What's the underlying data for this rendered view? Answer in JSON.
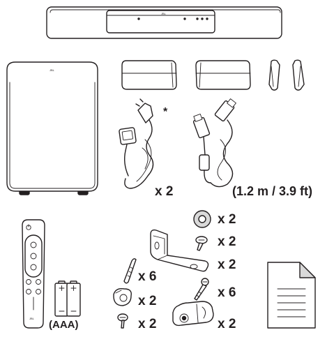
{
  "figure": {
    "asterisk": "*",
    "labels": {
      "power_cable_qty": "x 2",
      "hdmi_cable_length": "(1.2 m / 3.9 ft)",
      "batteries_type": "(AAA)",
      "screw_anchor_qty": "x 6",
      "cap_qty": "x 2",
      "small_screw_qty": "x 2",
      "round_pad_qty": "x 2",
      "bracket_screw_qty": "x 2",
      "wall_bracket_qty": "x 2",
      "wall_screw_qty": "x 6",
      "clamp_qty": "x 2"
    },
    "logos": {
      "soundbar": "JBL",
      "subwoofer": "JBL",
      "remote": "JBL"
    },
    "icons": [
      "soundbar",
      "subwoofer",
      "rear-speaker",
      "side-cover",
      "power-cable",
      "hdmi-cable",
      "remote-control",
      "aaa-battery",
      "screw-anchor",
      "cap",
      "screw",
      "round-pad",
      "wall-bracket",
      "clamp",
      "document"
    ]
  }
}
